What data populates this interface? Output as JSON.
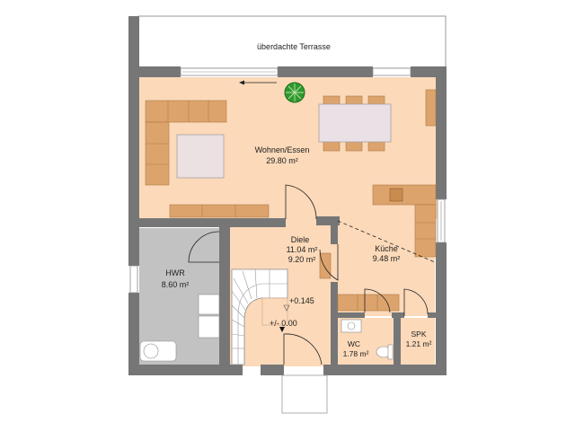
{
  "terrace": {
    "label": "überdachte Terrasse"
  },
  "rooms": {
    "living": {
      "name": "Wohnen/Essen",
      "area": "29.80 m²"
    },
    "hall": {
      "name": "Diele",
      "area1": "11.04 m²",
      "area2": "9.20 m²"
    },
    "kitchen": {
      "name": "Küche",
      "area": "9.48 m²"
    },
    "utility": {
      "name": "HWR",
      "area": "8.60 m²"
    },
    "wc": {
      "name": "WC",
      "area": "1.78 m²"
    },
    "pantry": {
      "name": "SPK",
      "area": "1.21 m²"
    }
  },
  "levels": {
    "upper": "+0.145",
    "ground": "+/- 0.00"
  },
  "colors": {
    "wall": "#767676",
    "floor_warm": "#fbd9b9",
    "floor_utility": "#c2c2c2",
    "furniture": "#dca46c",
    "furniture_dark": "#c98c4e",
    "table": "#e9e1e6",
    "rug": "#ebe1e3",
    "plant": "#2e9a2e"
  }
}
